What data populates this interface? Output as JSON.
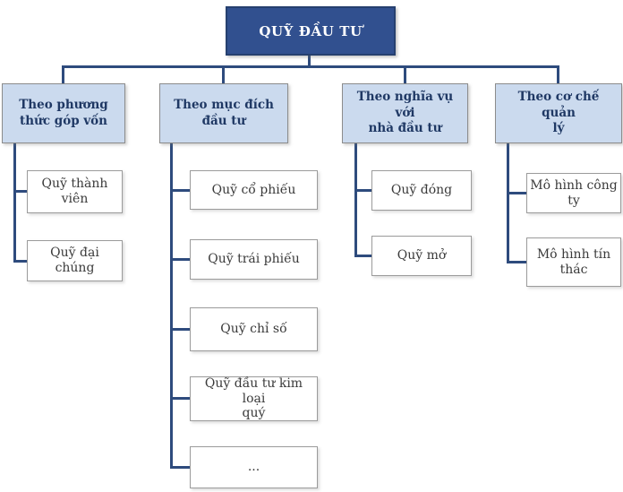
{
  "title": "QUỸ ĐẦU TƯ",
  "colors": {
    "root_fill": "#31508f",
    "root_border": "#26406f",
    "root_text": "#ffffff",
    "branch_fill": "#cbdaee",
    "branch_border": "#8c8c8c",
    "branch_text": "#1f3864",
    "leaf_fill": "#ffffff",
    "leaf_border": "#9b9b9b",
    "leaf_text": "#3a3a3a",
    "line": "#2e4b7d"
  },
  "branches": [
    {
      "label": "Theo phương\nthức góp vốn",
      "children": [
        "Quỹ thành\nviên",
        "Quỹ đại chúng"
      ]
    },
    {
      "label": "Theo mục đích\nđầu tư",
      "children": [
        "Quỹ cổ phiếu",
        "Quỹ trái phiếu",
        "Quỹ chỉ số",
        "Quỹ đầu tư kim loại\nquý",
        "..."
      ]
    },
    {
      "label": "Theo nghĩa vụ với\nnhà đầu tư",
      "children": [
        "Quỹ đóng",
        "Quỹ mở"
      ]
    },
    {
      "label": "Theo cơ chế quản\nlý",
      "children": [
        "Mô hình công\nty",
        "Mô hình tín\nthác"
      ]
    }
  ]
}
